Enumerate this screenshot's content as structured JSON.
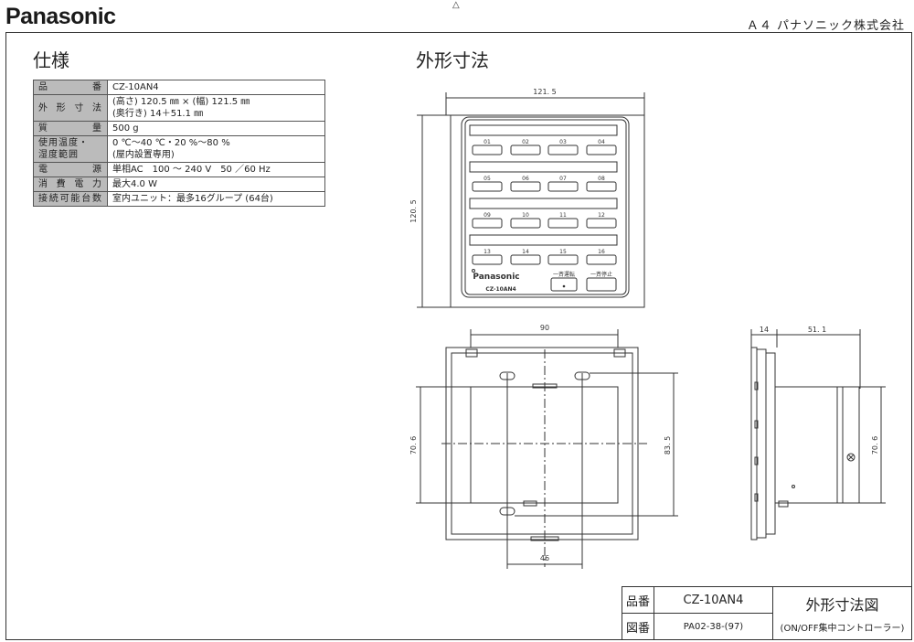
{
  "header": {
    "brand": "Panasonic",
    "sheet_mark": "△",
    "company": "Ａ４ パナソニック株式会社"
  },
  "spec": {
    "heading": "仕様",
    "rows": [
      {
        "label": "品番",
        "value": "CZ-10AN4"
      },
      {
        "label": "外形寸法",
        "value": "(高さ) 120.5 ㎜ × (幅) 121.5 ㎜\n(奥行き) 14＋51.1 ㎜"
      },
      {
        "label": "質量",
        "value": "500 g"
      },
      {
        "label": "使用温度・湿度範囲",
        "label_lines": "使用温度・\n湿度範囲",
        "value": "0 ℃～40 ℃・20 %～80 %\n(屋内設置専用)"
      },
      {
        "label": "電源",
        "value": "単相AC　100 ～ 240 V　50 ／60 Hz"
      },
      {
        "label": "消費電力",
        "value": "最大4.0 W"
      },
      {
        "label": "接続可能台数",
        "value": "室内ユニット：最多16グループ (64台)"
      }
    ]
  },
  "drawing": {
    "heading": "外形寸法",
    "front": {
      "width_dim": "121. 5",
      "height_dim": "120. 5",
      "buttons": [
        "01",
        "02",
        "03",
        "04",
        "05",
        "06",
        "07",
        "08",
        "09",
        "10",
        "11",
        "12",
        "13",
        "14",
        "15",
        "16"
      ],
      "brand": "Panasonic",
      "model": "CZ-10AN4",
      "btn_all_on": "一斉運転",
      "btn_all_off": "一斉停止"
    },
    "back": {
      "dim_top": "90",
      "dim_left": "70. 6",
      "dim_right": "83. 5",
      "dim_bottom": "46"
    },
    "side": {
      "dim_a": "14",
      "dim_b": "51. 1",
      "dim_h": "70. 6"
    }
  },
  "title_block": {
    "part_label": "品番",
    "part_value": "CZ-10AN4",
    "drawing_label": "図番",
    "drawing_value": "PA02-38-(97)",
    "title": "外形寸法図",
    "subtitle": "(ON/OFF集中コントローラー)"
  }
}
